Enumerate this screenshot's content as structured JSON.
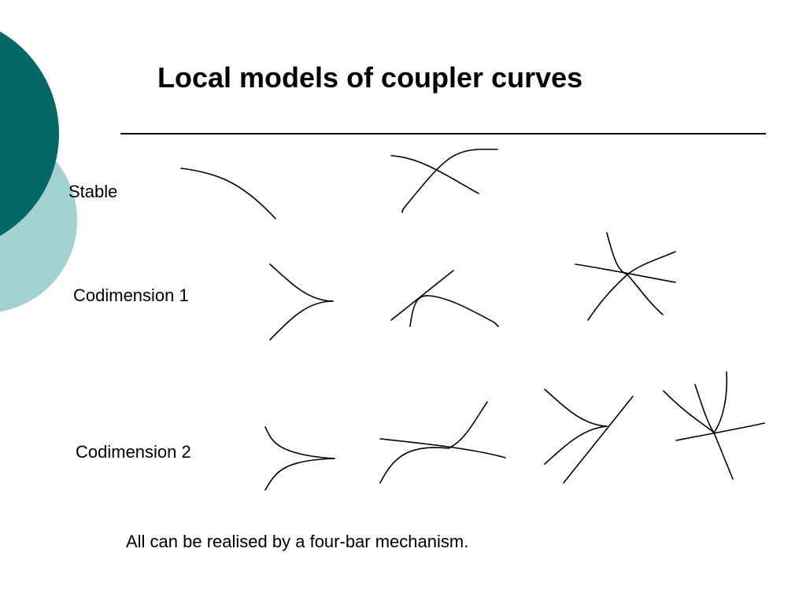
{
  "slide": {
    "title": "Local models of coupler curves",
    "rows": [
      {
        "id": "stable",
        "label": "Stable"
      },
      {
        "id": "codimension-1",
        "label": "Codimension 1"
      },
      {
        "id": "codimension-2",
        "label": "Codimension 2"
      }
    ],
    "footnote": "All can be realised by a four-bar mechanism."
  },
  "theme": {
    "circle_dark": "#046866",
    "circle_light": "#a3d1d3",
    "stroke": "#000000"
  }
}
